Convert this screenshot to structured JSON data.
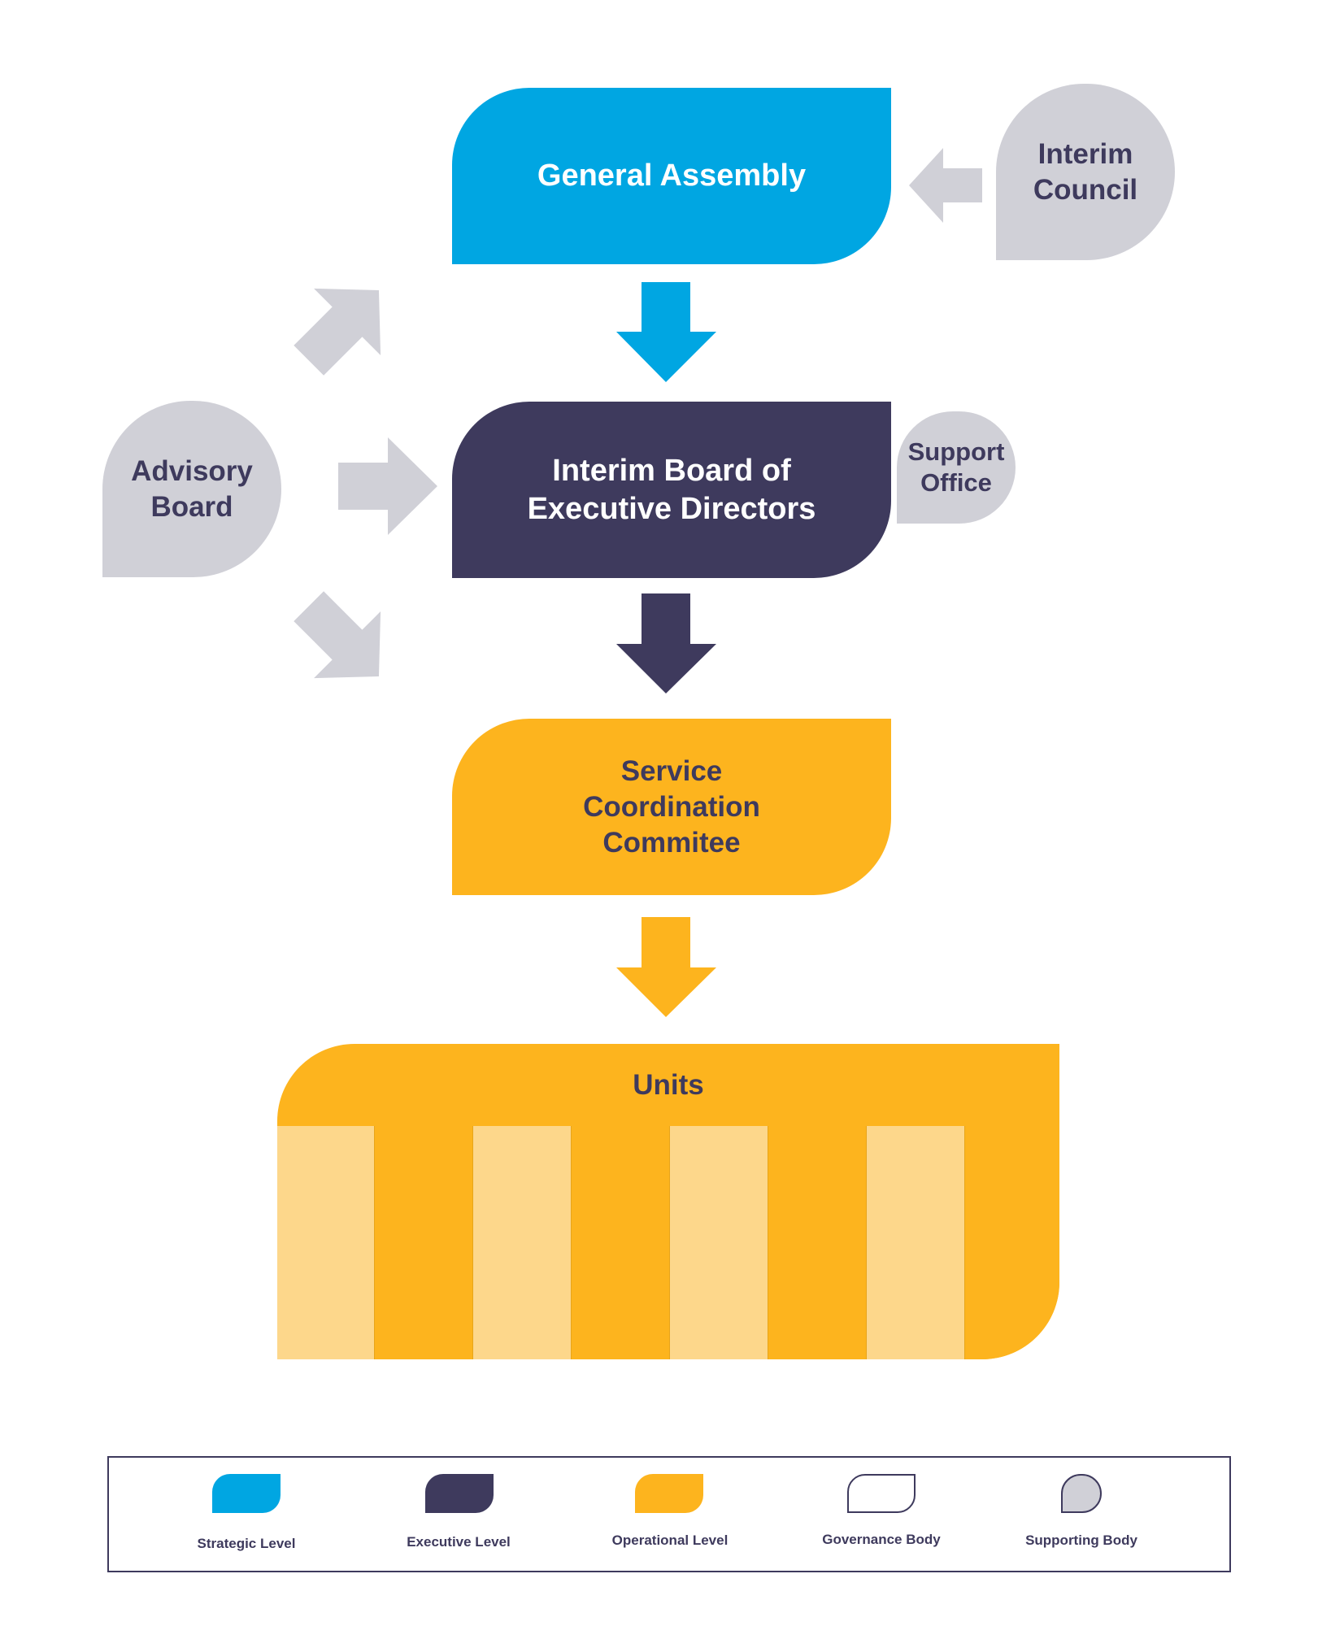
{
  "colors": {
    "strategic": "#00a6e2",
    "executive": "#3e3a5d",
    "operational": "#fdb41e",
    "operational_light": "#fdd78b",
    "supporting": "#d0d0d7",
    "text_dark": "#3e3a5d"
  },
  "nodes": {
    "general_assembly": {
      "lines": [
        "General Assembly"
      ]
    },
    "interim_council": {
      "lines": [
        "Interim",
        "Council"
      ]
    },
    "interim_board": {
      "lines": [
        "Interim Board of",
        "Executive Directors"
      ]
    },
    "support_office": {
      "lines": [
        "Support",
        "Office"
      ]
    },
    "advisory_board": {
      "lines": [
        "Advisory",
        "Board"
      ]
    },
    "service_committee": {
      "lines": [
        "Service",
        "Coordination",
        "Commitee"
      ]
    },
    "units": {
      "title": "Units",
      "column_count": 8
    }
  },
  "edges": [
    {
      "from": "Interim Council",
      "to": "General Assembly"
    },
    {
      "from": "General Assembly",
      "to": "Interim Board of Executive Directors"
    },
    {
      "from": "Interim Board of Executive Directors",
      "to": "Service Coordination Commitee"
    },
    {
      "from": "Service Coordination Commitee",
      "to": "Units"
    },
    {
      "from": "Advisory Board",
      "to": "General Assembly"
    },
    {
      "from": "Advisory Board",
      "to": "Interim Board of Executive Directors"
    },
    {
      "from": "Advisory Board",
      "to": "Service Coordination Commitee"
    }
  ],
  "legend": [
    {
      "label": "Strategic Level",
      "swatch": "strategic"
    },
    {
      "label": "Executive Level",
      "swatch": "executive"
    },
    {
      "label": "Operational Level",
      "swatch": "operational"
    },
    {
      "label": "Governance Body",
      "swatch": "governance-outline"
    },
    {
      "label": "Supporting Body",
      "swatch": "supporting"
    }
  ]
}
